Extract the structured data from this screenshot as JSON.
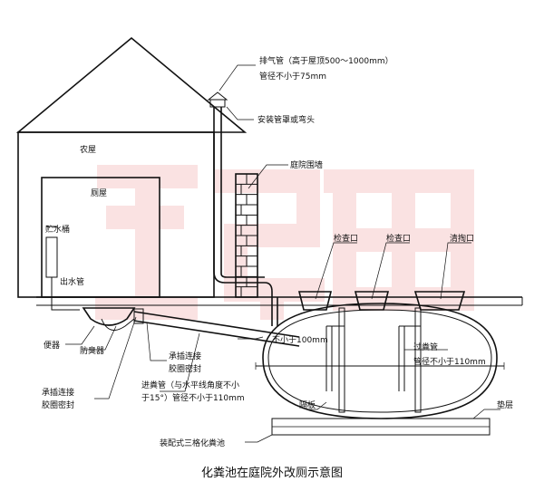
{
  "labels": {
    "vent_pipe": "排气管（高于屋顶500～1000mm）",
    "vent_diameter": "管径不小于75mm",
    "vent_cap": "安装管罩或弯头",
    "yard_wall": "庭院围墙",
    "farmhouse": "农屋",
    "toilet_room": "厕屋",
    "water_bucket": "贮水桶",
    "outlet_pipe": "出水管",
    "inspect_port_1": "检查口",
    "inspect_port_2": "检查口",
    "cleanout_port": "清掏口",
    "toilet_bowl": "便器",
    "odor_trap": "防臭器",
    "socket_seal_1_a": "承插连接",
    "socket_seal_1_b": "胶圈密封",
    "socket_seal_2_a": "承插连接",
    "socket_seal_2_b": "胶圈密封",
    "depth_min": "不小于100mm",
    "transfer_pipe": "过粪管",
    "transfer_diameter": "管径不小于110mm",
    "inlet_pipe_a": "进粪管（与水平线角度不小",
    "inlet_pipe_b": "于15°）管径不小于110mm",
    "partition": "隔板",
    "cushion": "垫层",
    "tank": "装配式三格化粪池"
  },
  "caption": "化粪池在庭院外改厕示意图",
  "watermark_color": "#e04a4a"
}
